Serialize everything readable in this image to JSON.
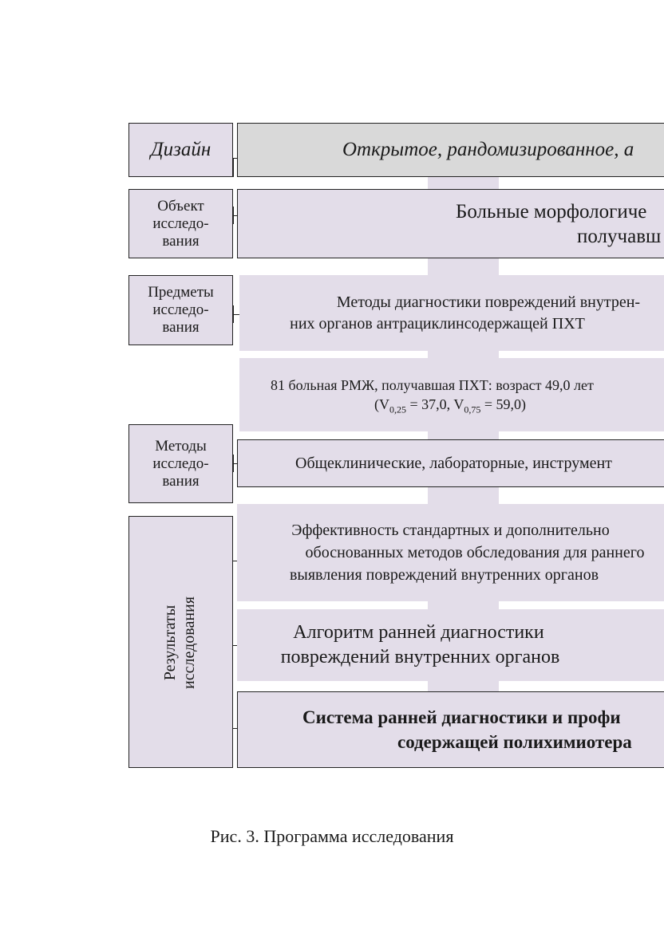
{
  "labels": {
    "design": "Дизайн",
    "object": [
      "Объект",
      "исследо-",
      "вания"
    ],
    "subjects": [
      "Предметы",
      "исследо-",
      "вания"
    ],
    "methods": [
      "Методы",
      "исследо-",
      "вания"
    ],
    "results": [
      "Результаты",
      "исследования"
    ]
  },
  "boxes": {
    "design": "Открытое, рандомизированное, а",
    "object": [
      "Больные морфологиче",
      "получавш"
    ],
    "subjects": [
      "Методы диагностики повреждений внутрен-",
      "них органов антрациклинсодержащей ПХТ"
    ],
    "patients_line1": "81 больная РМЖ, получавшая ПХТ: возраст 49,0 лет",
    "patients_line2": {
      "open": "(V",
      "sub1": "0,25",
      "mid": " = 37,0, V",
      "sub2": "0,75",
      "close": " = 59,0)"
    },
    "methods": "Общеклинические, лабораторные, инструмент",
    "effectiveness": [
      "Эффективность стандартных и дополнительно",
      "обоснованных методов обследования для раннего",
      "выявления повреждений внутренних органов"
    ],
    "algorithm": [
      "Алгоритм ранней диагностики",
      "повреждений внутренних органов"
    ],
    "system": [
      "Система ранней диагностики и профи",
      "содержащей полихимиотера"
    ]
  },
  "caption": "Рис. 3.  Программа исследования",
  "colors": {
    "fill": "#e3dde9",
    "header_fill": "#d9d9d9",
    "border": "#222222"
  }
}
